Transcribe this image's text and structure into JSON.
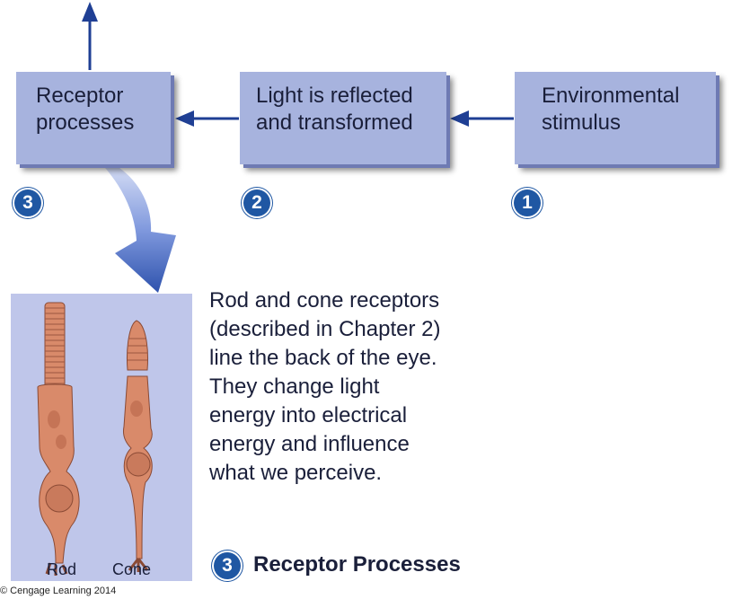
{
  "steps": [
    {
      "number": "3",
      "lines": [
        "Receptor",
        "processes"
      ]
    },
    {
      "number": "2",
      "lines": [
        "Light is reflected",
        "and transformed"
      ]
    },
    {
      "number": "1",
      "lines": [
        "Environmental",
        "stimulus"
      ]
    }
  ],
  "illustration": {
    "rod_label": "Rod",
    "cone_label": "Cone"
  },
  "description": [
    "Rod and cone receptors",
    "(described in Chapter 2)",
    "line the back of the eye.",
    "They change light",
    "energy into electrical",
    "energy and influence",
    "what we perceive."
  ],
  "caption": {
    "number": "3",
    "title": "Receptor Processes"
  },
  "copyright": "© Cengage Learning 2014",
  "colors": {
    "box": "#a7b3de",
    "arrow": "#1f3f94",
    "badge": "#1f57a3",
    "panel": "#bfc6ea",
    "cell": "#d98a6a"
  }
}
